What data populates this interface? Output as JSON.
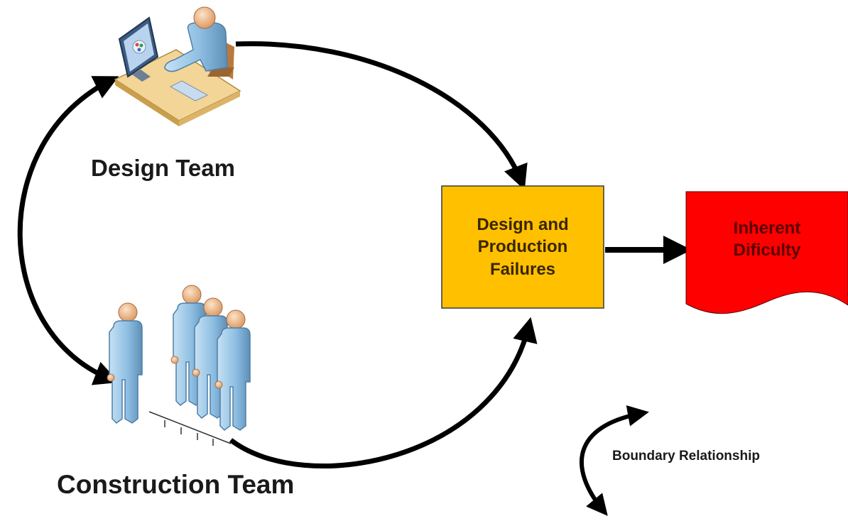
{
  "design_team": {
    "label": "Design Team"
  },
  "construction_team": {
    "label": "Construction Team"
  },
  "failures_box": {
    "text": "Design and\nProduction\nFailures",
    "fill": "#FFC000",
    "border": "#3a3a3a"
  },
  "difficulty_box": {
    "text": "Inherent\nDificulty",
    "fill": "#FF0000",
    "text_color": "#5a0000"
  },
  "boundary": {
    "label": "Boundary Relationship"
  },
  "colors": {
    "arrow": "#000000",
    "person_body": "#9cc7e6",
    "person_shade": "#5e8fb6",
    "skin": "#f2c196",
    "desk": "#f0cf8e"
  }
}
